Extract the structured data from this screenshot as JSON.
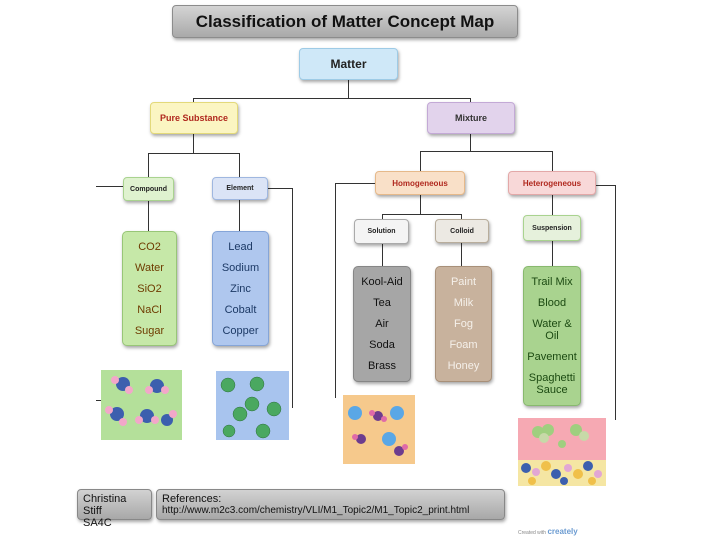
{
  "title": "Classification of Matter Concept Map",
  "nodes": {
    "matter": "Matter",
    "pure_substance": "Pure Substance",
    "mixture": "Mixture",
    "compound": "Compound",
    "element": "Element",
    "homogeneous": "Homogeneous",
    "heterogeneous": "Heterogeneous",
    "solution": "Solution",
    "colloid": "Colloid",
    "suspension": "Suspension"
  },
  "lists": {
    "compound": [
      "CO2",
      "Water",
      "SiO2",
      "NaCl",
      "Sugar"
    ],
    "element": [
      "Lead",
      "Sodium",
      "Zinc",
      "Cobalt",
      "Copper"
    ],
    "solution": [
      "Kool-Aid",
      "Tea",
      "Air",
      "Soda",
      "Brass"
    ],
    "colloid": [
      "Paint",
      "Milk",
      "Fog",
      "Foam",
      "Honey"
    ],
    "suspension": [
      "Trail Mix",
      "Blood",
      "Water & Oil",
      "Pavement",
      "Spaghetti Sauce"
    ]
  },
  "footer": {
    "author_name": "Christina Stiff",
    "author_class": "SA4C",
    "references_label": "References:",
    "references_url": "http://www.m2c3.com/chemistry/VLI/M1_Topic2/M1_Topic2_print.html"
  },
  "logo": {
    "prefix": "Created with",
    "brand": "creately"
  },
  "colors": {
    "matter": "#cfe8f8",
    "pure_substance": "#fbf5c2",
    "mixture": "#e2d3ec",
    "compound": "#dff2cf",
    "element": "#dbe4f6",
    "homogeneous": "#f9e0c8",
    "heterogeneous": "#f8d8d8",
    "solution": "#f4f4f4",
    "colloid": "#ece9e3",
    "suspension": "#e6f1dc",
    "compound_list": "#c6e8a8",
    "element_list": "#afc7ee",
    "solution_list": "#a6a6a6",
    "colloid_list": "#c8b29d",
    "suspension_list": "#a9d38f",
    "node_text_red": "#b0281e"
  }
}
